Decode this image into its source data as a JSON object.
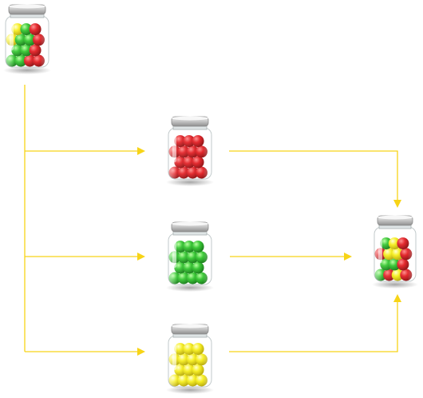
{
  "colors": {
    "arrow": "#f7d417",
    "red": "#d8151b",
    "green": "#2ec22b",
    "yellow": "#f4ec13",
    "lid": "#c9c9c9",
    "glass": "#eef2f3"
  },
  "jars": [
    {
      "id": "jar-source-mixed",
      "contents": [
        "red",
        "green",
        "yellow"
      ]
    },
    {
      "id": "jar-sorted-red",
      "contents": [
        "red"
      ]
    },
    {
      "id": "jar-sorted-green",
      "contents": [
        "green"
      ]
    },
    {
      "id": "jar-sorted-yellow",
      "contents": [
        "yellow"
      ]
    },
    {
      "id": "jar-result-mixed",
      "contents": [
        "red",
        "green",
        "yellow"
      ]
    }
  ]
}
